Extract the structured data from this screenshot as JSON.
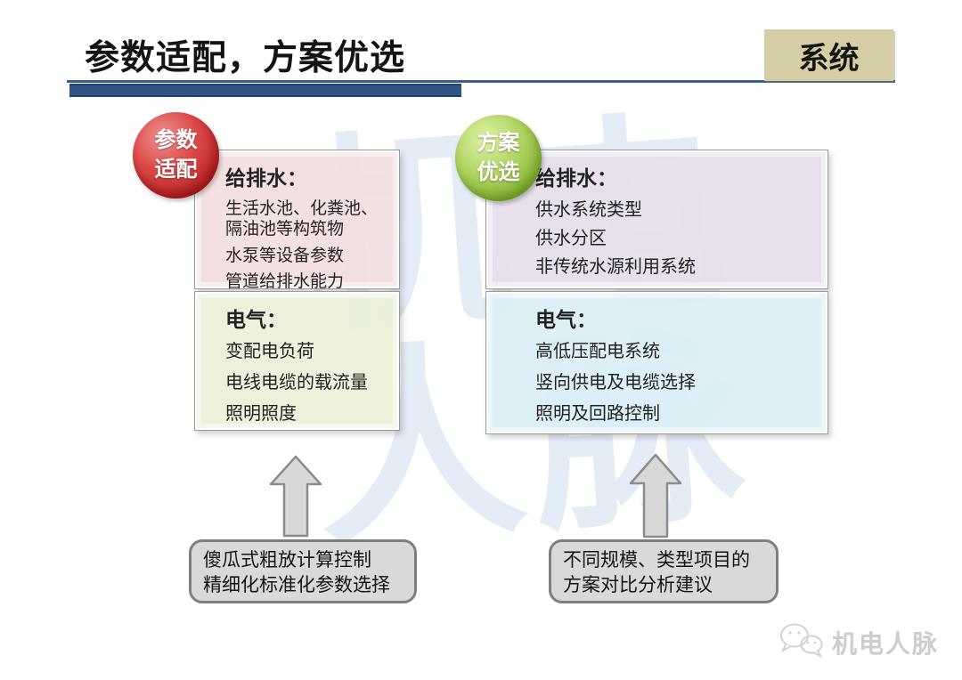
{
  "header": {
    "title": "参数适配，方案优选",
    "corner_tag": "系统"
  },
  "badges": {
    "left": {
      "lines": [
        "参数",
        "适配"
      ]
    },
    "right": {
      "lines": [
        "方案",
        "优选"
      ]
    }
  },
  "panels": {
    "left_top": {
      "header": "给排水：",
      "items": [
        "生活水池、化粪池、隔油池等构筑物",
        "水泵等设备参数",
        "管道给排水能力"
      ]
    },
    "left_bottom": {
      "header": "电气：",
      "items": [
        "变配电负荷",
        "电线电缆的载流量",
        "照明照度"
      ]
    },
    "right_top": {
      "header": "给排水：",
      "items": [
        "供水系统类型",
        "供水分区",
        "非传统水源利用系统"
      ]
    },
    "right_bottom": {
      "header": "电气：",
      "items": [
        "高低压配电系统",
        "竖向供电及电缆选择",
        "照明及回路控制"
      ]
    }
  },
  "callouts": {
    "left": {
      "lines": [
        "傻瓜式粗放计算控制",
        "精细化标准化参数选择"
      ]
    },
    "right": {
      "text": "不同规模、类型项目的方案对比分析建议"
    }
  },
  "watermark": "机电人脉",
  "footer": {
    "logo_text": "机电人脉"
  },
  "colors": {
    "accent_bar": "#2e5586",
    "corner_tag_bg": "#d5cda5",
    "badge_red": "#c42828",
    "badge_green": "#8cbd3a",
    "panel_pink": "#f2dede",
    "panel_green": "#eaf0d8",
    "panel_purple": "#e6dfec",
    "panel_blue": "#dbeef5",
    "callout_gray": "#d9d9d9",
    "arrow_gray": "#d8d8d8"
  }
}
